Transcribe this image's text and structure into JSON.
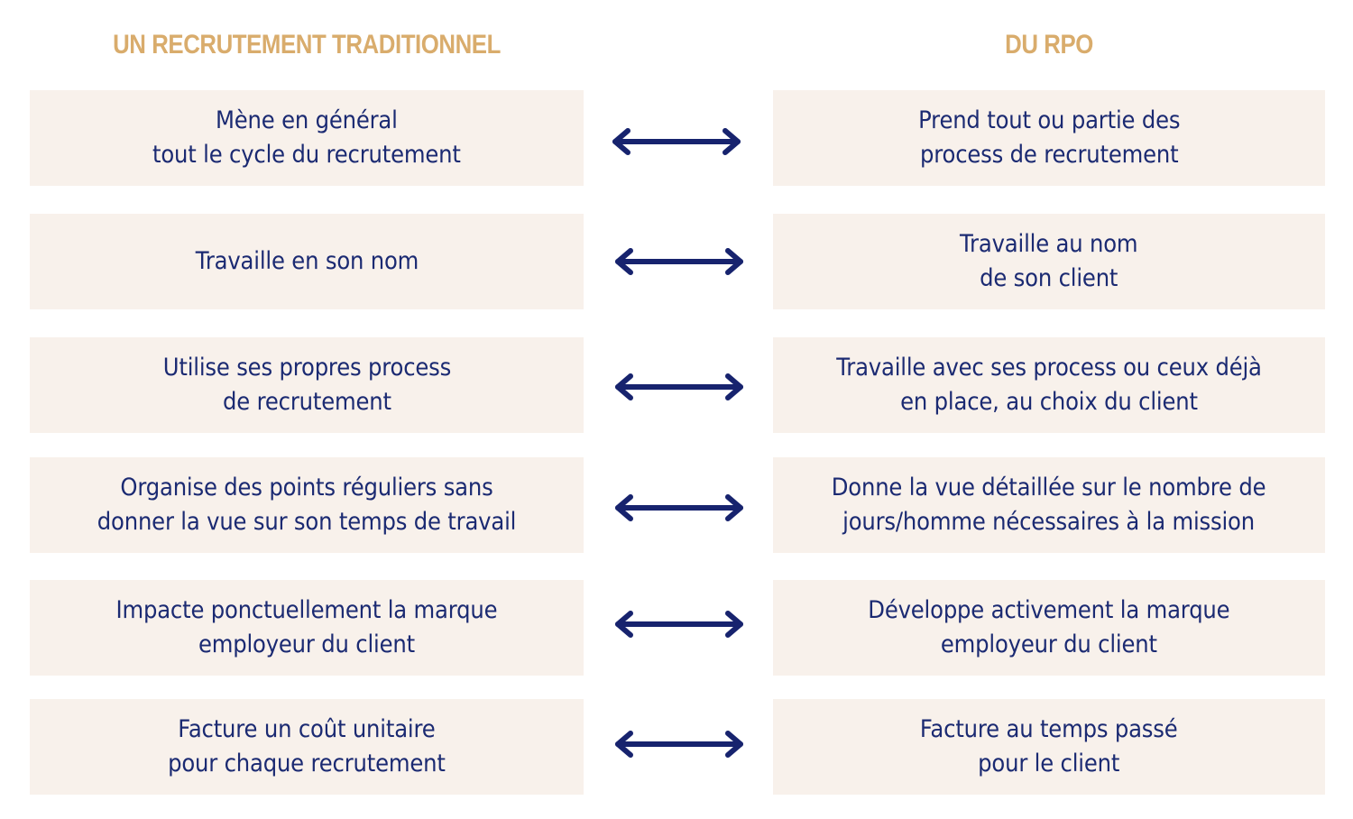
{
  "headers": {
    "left": "UN RECRUTEMENT TRADITIONNEL",
    "right": "DU RPO"
  },
  "colors": {
    "header": "#d9ac6c",
    "box_background": "#f8f1eb",
    "text": "#1b2a72",
    "arrow": "#17236e"
  },
  "rows": [
    {
      "left": "Mène en général\ntout le cycle du recrutement",
      "right": "Prend tout ou partie des\nprocess de recrutement",
      "arrow": "double-arrow-icon"
    },
    {
      "left": "Travaille en son nom",
      "right": "Travaille au nom\nde son client",
      "arrow": "double-arrow-icon"
    },
    {
      "left": "Utilise ses propres process\nde recrutement",
      "right": "Travaille avec ses process ou ceux déjà\nen place, au choix du client",
      "arrow": "double-arrow-icon"
    },
    {
      "left": "Organise des points réguliers sans\ndonner la vue sur son temps de travail",
      "right": "Donne la vue détaillée sur le nombre de\njours/homme nécessaires à la mission",
      "arrow": "double-arrow-icon"
    },
    {
      "left": "Impacte ponctuellement la marque\nemployeur du client",
      "right": "Développe activement la marque\nemployeur du client",
      "arrow": "double-arrow-icon"
    },
    {
      "left": "Facture un coût unitaire\npour chaque recrutement",
      "right": "Facture au temps passé\npour le client",
      "arrow": "double-arrow-icon"
    }
  ]
}
